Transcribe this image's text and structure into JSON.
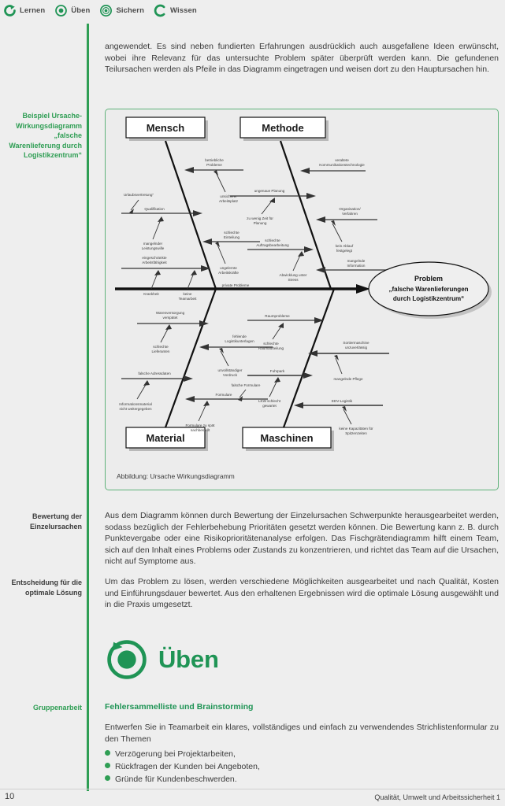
{
  "topbar": {
    "items": [
      {
        "label": "Lernen",
        "icon": "arc-arrow-icon"
      },
      {
        "label": "Üben",
        "icon": "circle-arrow-dot-icon"
      },
      {
        "label": "Sichern",
        "icon": "target-dot-icon"
      },
      {
        "label": "Wissen",
        "icon": "c-arc-icon"
      }
    ]
  },
  "colors": {
    "green": "#2f9e54",
    "green_dark": "#1f9455",
    "page_bg": "#eeeeee",
    "text": "#3a3a3a",
    "frame": "#5fb27a"
  },
  "intro_paragraph": "angewendet. Es sind neben fundierten Erfahrungen ausdrücklich auch ausgefallene Ideen erwünscht, wobei ihre Relevanz für das untersuchte Problem später überprüft werden kann. Die gefundenen Teilursachen werden als Pfeile in das Diagramm eingetragen und weisen dort zu den Hauptursachen hin.",
  "margin_notes": {
    "example": "Beispiel Ursache-Wirkungsdiagramm „falsche Warenlieferung durch Logistikzentrum“",
    "evaluation": "Bewertung der Einzelursachen",
    "decision": "Entscheidung für die optimale Lösung",
    "groupwork": "Gruppenarbeit"
  },
  "diagram": {
    "caption": "Abbildung: Ursache Wirkungsdiagramm",
    "categories": [
      {
        "name": "Mensch",
        "position": "top-left"
      },
      {
        "name": "Methode",
        "position": "top-right"
      },
      {
        "name": "Material",
        "position": "bottom-left"
      },
      {
        "name": "Maschinen",
        "position": "bottom-right"
      }
    ],
    "problem": {
      "title": "Problem",
      "line1": "„falsche Warenlieferungen",
      "line2": "durch Logistikzentrum“"
    },
    "causes": {
      "mensch": [
        {
          "main": "betriebliche Probleme",
          "sub": "unsicherer Arbeitsplatz"
        },
        {
          "main": "Qualifikation",
          "sub": "Urlaubsvertretung"
        },
        {
          "main": "",
          "sub": "mangelnder Leistungswille"
        },
        {
          "main": "eingeschränkte Arbeitsfähigkeit",
          "sub": "Krankheit"
        },
        {
          "main": "",
          "sub": "keine Teamarbeit"
        },
        {
          "main": "schlechte Einteilung",
          "sub": "ungelernte Arbeitskräfte"
        },
        {
          "main": "",
          "sub": "private Probleme"
        }
      ],
      "methode": [
        {
          "main": "veraltete Kommunikationstechnologie",
          "sub": ""
        },
        {
          "main": "ungenaue Planung",
          "sub": "zu wenig Zeit für Planung"
        },
        {
          "main": "Organisation/ Verfahren",
          "sub": "kein Ablauf festgelegt"
        },
        {
          "main": "schlechte Auftragsbearbeitung",
          "sub": "Abwicklung unter Stress"
        },
        {
          "main": "mangelnde Information",
          "sub": ""
        }
      ],
      "material": [
        {
          "main": "Warenversorgung verspätet",
          "sub": "schlechte Lieferanten"
        },
        {
          "main": "falsche Adressdaten",
          "sub": "Informationsmaterial nicht weitergegeben"
        },
        {
          "main": "fehlende Logistikunterlagen",
          "sub": "unvollständiger Vordruck"
        },
        {
          "main": "Formulare",
          "sub": "falsche Formulare"
        },
        {
          "main": "",
          "sub": "Formulare zu spät nachbestellt"
        }
      ],
      "maschinen": [
        {
          "main": "Raumprobleme",
          "sub": "schlechte Raumaufteilung"
        },
        {
          "main": "Sortiermaschine unzuverlässig",
          "sub": "mangelnde Pflege"
        },
        {
          "main": "Fuhrpark",
          "sub": "LKW schlecht gewartet"
        },
        {
          "main": "EDV-Logistik",
          "sub": "keine Kapazitäten für Spitzenzeiten"
        }
      ]
    }
  },
  "paragraphs": {
    "evaluation": "Aus dem Diagramm können durch Bewertung der Einzelursachen Schwerpunkte herausgearbeitet werden, sodass bezüglich der Fehlerbehebung Prioritäten gesetzt werden können. Die Bewertung kann z. B. durch Punktevergabe oder eine Risikoprioritätenanalyse erfolgen. Das Fischgrätendiagramm hilft einem Team, sich auf den Inhalt eines Problems oder Zustands zu konzentrieren, und richtet das Team auf die Ursachen, nicht auf Symptome aus.",
    "decision": "Um das Problem zu lösen, werden verschiedene Möglichkeiten ausgearbeitet und nach Qualität, Kosten und Einführungsdauer bewertet. Aus den erhaltenen Ergebnissen wird die optimale Lösung ausgewählt und in die Praxis umgesetzt."
  },
  "uben": {
    "title": "Üben",
    "subhead": "Fehlersammelliste und Brainstorming",
    "intro": "Entwerfen Sie in Teamarbeit ein klares, vollständiges und einfach zu verwendendes Strichlistenformular zu den Themen",
    "bullets": [
      "Verzögerung bei Projektarbeiten,",
      "Rückfragen der Kunden bei Angeboten,",
      "Gründe für Kundenbeschwerden."
    ]
  },
  "footer": {
    "page_number": "10",
    "title": "Qualität, Umwelt und Arbeitssicherheit 1"
  }
}
